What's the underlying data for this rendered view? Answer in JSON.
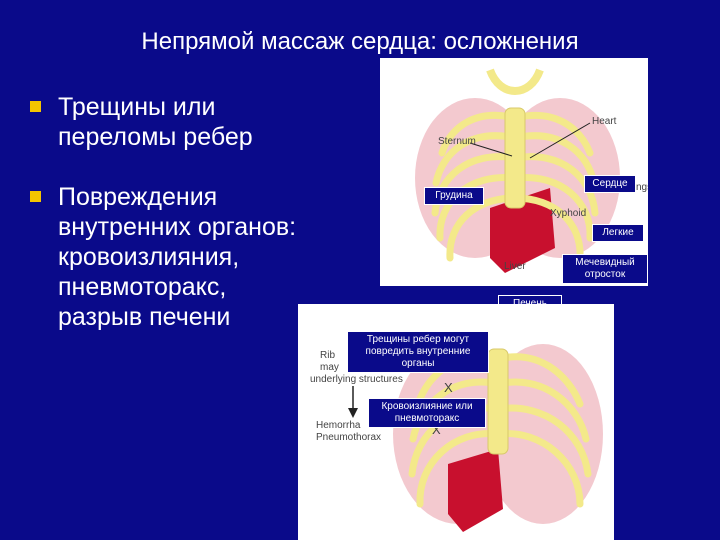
{
  "slide": {
    "title": "Непрямой массаж сердца: осложнения",
    "bullets": [
      {
        "text": "Трещины или переломы ребер"
      },
      {
        "text": "Повреждения внутренних органов: кровоизлияния, пневмоторакс, разрыв печени"
      }
    ]
  },
  "figure_top": {
    "english_labels": {
      "heart": "Heart",
      "sternum": "Sternum",
      "lungs": "ngs",
      "xyphoid": "Xyphoid",
      "liver": "Liver"
    },
    "labels": {
      "heart": "Сердце",
      "sternum": "Грудина",
      "lungs": "Легкие",
      "xiphoid": "Мечевидный отросток",
      "liver": "Печень"
    }
  },
  "figure_bottom": {
    "english_labels": {
      "ribs1": "Rib",
      "ribs2": "may",
      "ribs3": "underlying structures",
      "hemo": "Hemorrha",
      "pneumo": "Pneumothorax",
      "x1": "X",
      "x2": "X"
    },
    "labels": {
      "ribs": "Трещины ребер могут повредить внутренние органы",
      "hemo": "Кровоизлияние или пневмоторакс"
    }
  },
  "colors": {
    "background": "#0a0a8a",
    "bullet": "#f4c400",
    "bone": "#f3e98a",
    "lung": "#f3c9cf",
    "liver": "#c8102e"
  }
}
